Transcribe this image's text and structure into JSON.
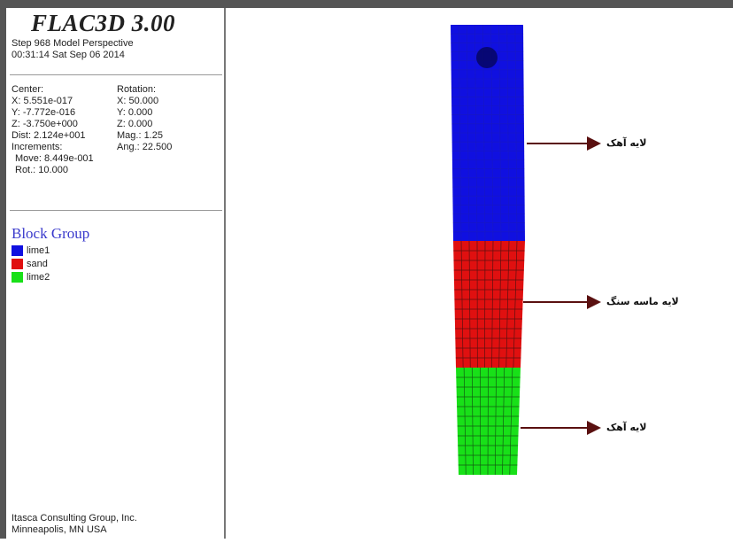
{
  "header": {
    "title": "FLAC3D 3.00",
    "step_line": "Step 968  Model Perspective",
    "time_line": "00:31:14 Sat Sep 06 2014"
  },
  "view": {
    "center_label": "Center:",
    "center_x": "X: 5.551e-017",
    "center_y": "Y: -7.772e-016",
    "center_z": "Z: -3.750e+000",
    "dist": "Dist: 2.124e+001",
    "increments_label": "Increments:",
    "move": "Move: 8.449e-001",
    "rot": "Rot.:  10.000",
    "rotation_label": "Rotation:",
    "rotation_x": "X:  50.000",
    "rotation_y": "Y:   0.000",
    "rotation_z": "Z:   0.000",
    "mag": "Mag.:      1.25",
    "ang": "Ang.:  22.500"
  },
  "legend": {
    "title": "Block Group",
    "items": [
      {
        "label": "lime1",
        "color": "#1010e0"
      },
      {
        "label": "sand",
        "color": "#e01010"
      },
      {
        "label": "lime2",
        "color": "#18e018"
      }
    ]
  },
  "footer": {
    "company": "Itasca Consulting Group, Inc.",
    "location": "Minneapolis, MN  USA"
  },
  "annotations": {
    "top": "لایه آهک",
    "middle": "لایه ماسه سنگ",
    "bottom": "لایه آهک"
  },
  "colors": {
    "lime1": "#1010e0",
    "sand": "#e01010",
    "lime2": "#18e018",
    "grid_line": "#222222",
    "arrow": "#5a1010"
  }
}
